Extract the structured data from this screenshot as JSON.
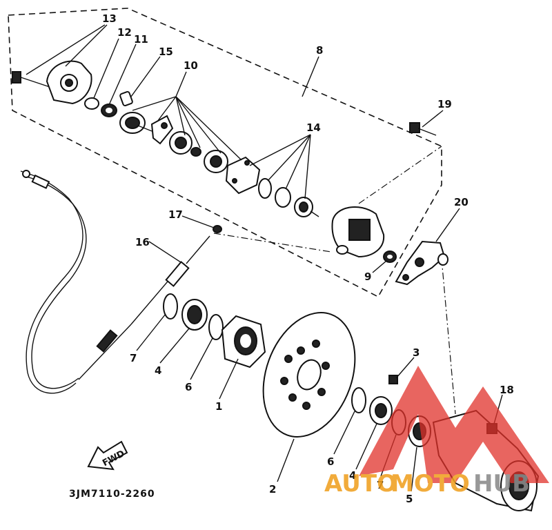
{
  "diagram": {
    "code": "3JM7110-2260",
    "fwd_label": "FWD",
    "callouts": [
      {
        "id": "c13",
        "text": "13"
      },
      {
        "id": "c12",
        "text": "12"
      },
      {
        "id": "c11",
        "text": "11"
      },
      {
        "id": "c15",
        "text": "15"
      },
      {
        "id": "c10",
        "text": "10"
      },
      {
        "id": "c8",
        "text": "8"
      },
      {
        "id": "c19",
        "text": "19"
      },
      {
        "id": "c14",
        "text": "14"
      },
      {
        "id": "c20",
        "text": "20"
      },
      {
        "id": "c17",
        "text": "17"
      },
      {
        "id": "c16",
        "text": "16"
      },
      {
        "id": "c9",
        "text": "9"
      },
      {
        "id": "c7a",
        "text": "7"
      },
      {
        "id": "c4a",
        "text": "4"
      },
      {
        "id": "c6a",
        "text": "6"
      },
      {
        "id": "c1",
        "text": "1"
      },
      {
        "id": "c3",
        "text": "3"
      },
      {
        "id": "c18",
        "text": "18"
      },
      {
        "id": "c2",
        "text": "2"
      },
      {
        "id": "c6b",
        "text": "6"
      },
      {
        "id": "c4b",
        "text": "4"
      },
      {
        "id": "c7b",
        "text": "7"
      },
      {
        "id": "c5",
        "text": "5"
      }
    ]
  },
  "watermark": {
    "text_a": "AUTO",
    "text_b": "MOTO",
    "text_c": "HUB",
    "color_red": "#e0312a",
    "color_orange": "#f0a020",
    "color_gray": "#8a8a8a"
  }
}
